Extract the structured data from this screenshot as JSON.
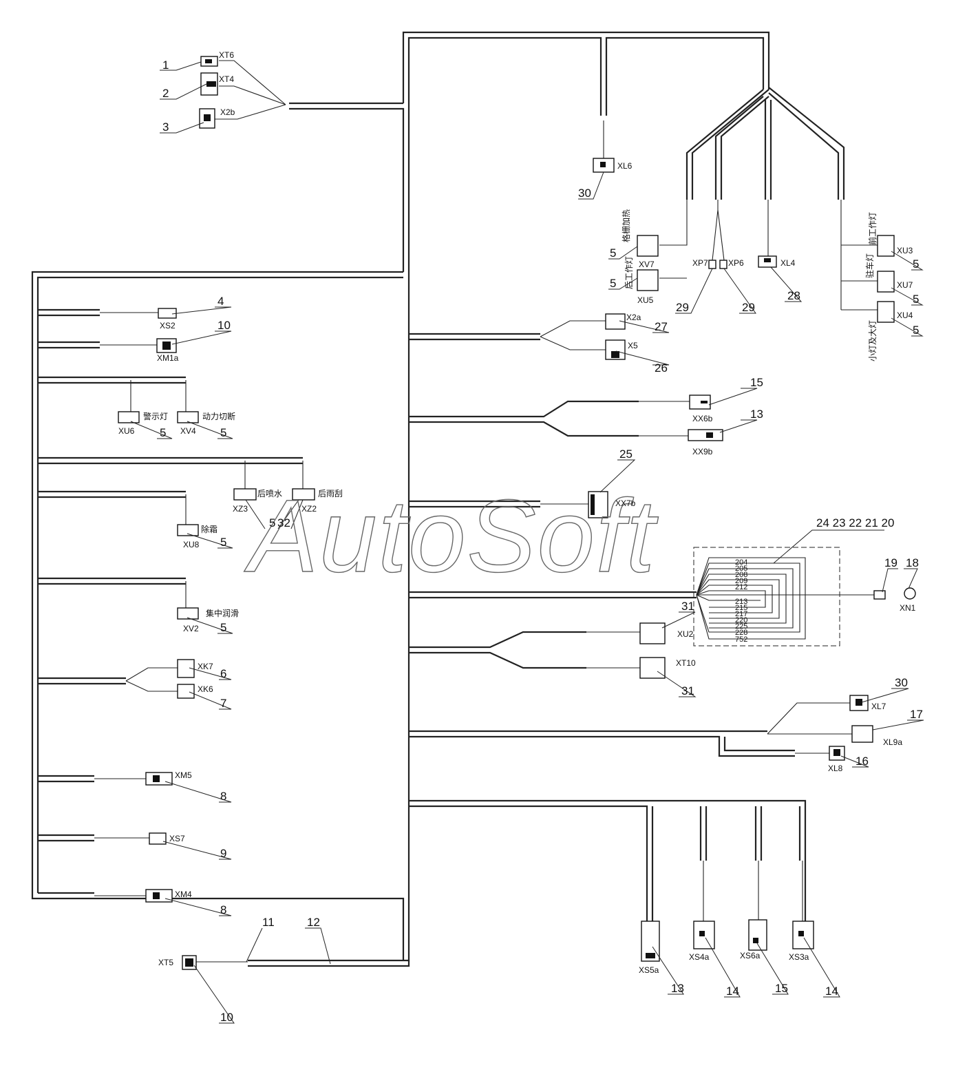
{
  "watermark": "AutoSoft",
  "callouts": [
    {
      "id": "c1",
      "text": "1"
    },
    {
      "id": "c2",
      "text": "2"
    },
    {
      "id": "c3",
      "text": "3"
    },
    {
      "id": "c4",
      "text": "4"
    },
    {
      "id": "c10a",
      "text": "10"
    },
    {
      "id": "c5a",
      "text": "5"
    },
    {
      "id": "c5b",
      "text": "5"
    },
    {
      "id": "c5c",
      "text": "5"
    },
    {
      "id": "c5d",
      "text": "5"
    },
    {
      "id": "c5e",
      "text": "5"
    },
    {
      "id": "c5f",
      "text": "5"
    },
    {
      "id": "c5g",
      "text": "5"
    },
    {
      "id": "c5h",
      "text": "5"
    },
    {
      "id": "c5i",
      "text": "5"
    },
    {
      "id": "c5j",
      "text": "5"
    },
    {
      "id": "c5k",
      "text": "5"
    },
    {
      "id": "c6",
      "text": "6"
    },
    {
      "id": "c7",
      "text": "7"
    },
    {
      "id": "c8a",
      "text": "8"
    },
    {
      "id": "c8b",
      "text": "8"
    },
    {
      "id": "c9",
      "text": "9"
    },
    {
      "id": "c10b",
      "text": "10"
    },
    {
      "id": "c11",
      "text": "11"
    },
    {
      "id": "c12",
      "text": "12"
    },
    {
      "id": "c13a",
      "text": "13"
    },
    {
      "id": "c13b",
      "text": "13"
    },
    {
      "id": "c14a",
      "text": "14"
    },
    {
      "id": "c14b",
      "text": "14"
    },
    {
      "id": "c15a",
      "text": "15"
    },
    {
      "id": "c15b",
      "text": "15"
    },
    {
      "id": "c16",
      "text": "16"
    },
    {
      "id": "c17",
      "text": "17"
    },
    {
      "id": "c18",
      "text": "18"
    },
    {
      "id": "c19",
      "text": "19"
    },
    {
      "id": "c24to20",
      "text": "24 23 22 21 20"
    },
    {
      "id": "c25",
      "text": "25"
    },
    {
      "id": "c26",
      "text": "26"
    },
    {
      "id": "c27",
      "text": "27"
    },
    {
      "id": "c28",
      "text": "28"
    },
    {
      "id": "c29a",
      "text": "29"
    },
    {
      "id": "c29b",
      "text": "29"
    },
    {
      "id": "c30a",
      "text": "30"
    },
    {
      "id": "c30b",
      "text": "30"
    },
    {
      "id": "c31a",
      "text": "31"
    },
    {
      "id": "c31b",
      "text": "31"
    },
    {
      "id": "c32",
      "text": "32"
    }
  ],
  "connectors": [
    {
      "id": "XT6",
      "text": "XT6"
    },
    {
      "id": "XT4",
      "text": "XT4"
    },
    {
      "id": "X2b",
      "text": "X2b"
    },
    {
      "id": "XL6",
      "text": "XL6"
    },
    {
      "id": "XV7",
      "text": "XV7"
    },
    {
      "id": "XU5",
      "text": "XU5"
    },
    {
      "id": "XP7",
      "text": "XP7"
    },
    {
      "id": "XP6",
      "text": "XP6"
    },
    {
      "id": "XL4",
      "text": "XL4"
    },
    {
      "id": "XU3",
      "text": "XU3"
    },
    {
      "id": "XU7",
      "text": "XU7"
    },
    {
      "id": "XU4",
      "text": "XU4"
    },
    {
      "id": "XS2",
      "text": "XS2"
    },
    {
      "id": "XM1a",
      "text": "XM1a"
    },
    {
      "id": "XU6",
      "text": "XU6"
    },
    {
      "id": "XV4",
      "text": "XV4"
    },
    {
      "id": "XZ3",
      "text": "XZ3"
    },
    {
      "id": "XZ2",
      "text": "XZ2"
    },
    {
      "id": "XU8",
      "text": "XU8"
    },
    {
      "id": "XV2",
      "text": "XV2"
    },
    {
      "id": "XK7",
      "text": "XK7"
    },
    {
      "id": "XK6",
      "text": "XK6"
    },
    {
      "id": "XM5",
      "text": "XM5"
    },
    {
      "id": "XS7",
      "text": "XS7"
    },
    {
      "id": "XM4",
      "text": "XM4"
    },
    {
      "id": "XT5",
      "text": "XT5"
    },
    {
      "id": "X2a",
      "text": "X2a"
    },
    {
      "id": "X5",
      "text": "X5"
    },
    {
      "id": "XX6b",
      "text": "XX6b"
    },
    {
      "id": "XX9b",
      "text": "XX9b"
    },
    {
      "id": "XX7b",
      "text": "XX7b"
    },
    {
      "id": "XU2",
      "text": "XU2"
    },
    {
      "id": "XT10",
      "text": "XT10"
    },
    {
      "id": "XN1",
      "text": "XN1"
    },
    {
      "id": "XL7",
      "text": "XL7"
    },
    {
      "id": "XL9a",
      "text": "XL9a"
    },
    {
      "id": "XL8",
      "text": "XL8"
    },
    {
      "id": "XS5a",
      "text": "XS5a"
    },
    {
      "id": "XS4a",
      "text": "XS4a"
    },
    {
      "id": "XS6a",
      "text": "XS6a"
    },
    {
      "id": "XS3a",
      "text": "XS3a"
    }
  ],
  "chinese_labels": [
    {
      "id": "grille_heat",
      "text": "格栅加热"
    },
    {
      "id": "rear_work_lamp",
      "text": "后工作灯"
    },
    {
      "id": "front_work_lamp",
      "text": "前工作灯"
    },
    {
      "id": "parking_lamp",
      "text": "驻车灯"
    },
    {
      "id": "small_big_lamp",
      "text": "小灯及大灯"
    },
    {
      "id": "warning_lamp",
      "text": "警示灯"
    },
    {
      "id": "power_cut",
      "text": "动力切断"
    },
    {
      "id": "rear_washer",
      "text": "后喷水"
    },
    {
      "id": "rear_wiper",
      "text": "后雨刮"
    },
    {
      "id": "defrost",
      "text": "除霜"
    },
    {
      "id": "central_lube",
      "text": "集中润滑"
    }
  ],
  "ring_wire_numbers": [
    "204",
    "205",
    "208",
    "209",
    "212",
    "213",
    "215",
    "217",
    "220",
    "225",
    "228",
    "752"
  ]
}
